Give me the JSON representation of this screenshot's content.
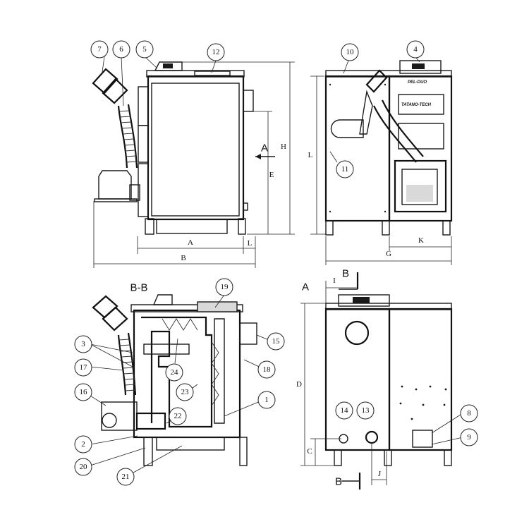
{
  "callouts": {
    "c1": "1",
    "c2": "2",
    "c3": "3",
    "c4": "4",
    "c5": "5",
    "c6": "6",
    "c7": "7",
    "c8": "8",
    "c9": "9",
    "c10": "10",
    "c11": "11",
    "c12": "12",
    "c13": "13",
    "c14": "14",
    "c15": "15",
    "c16": "16",
    "c17": "17",
    "c18": "18",
    "c19": "19",
    "c20": "20",
    "c21": "21",
    "c22": "22",
    "c23": "23",
    "c24": "24"
  },
  "dimensions": {
    "A": "A",
    "B": "B",
    "C": "C",
    "D": "D",
    "E": "E",
    "G": "G",
    "H": "H",
    "I": "I",
    "J": "J",
    "K": "K",
    "L": "L",
    "L_small": "L"
  },
  "views": {
    "arrow_a_side": "A",
    "arrow_a_rear": "A",
    "section_title": "B-B",
    "cut_top": "B",
    "cut_bottom": "B"
  },
  "brand": {
    "front_top": "PEL-DUO",
    "front_plate": "TATANO-TECH"
  },
  "colors": {
    "line": "#1a1a1a",
    "background": "#ffffff"
  }
}
